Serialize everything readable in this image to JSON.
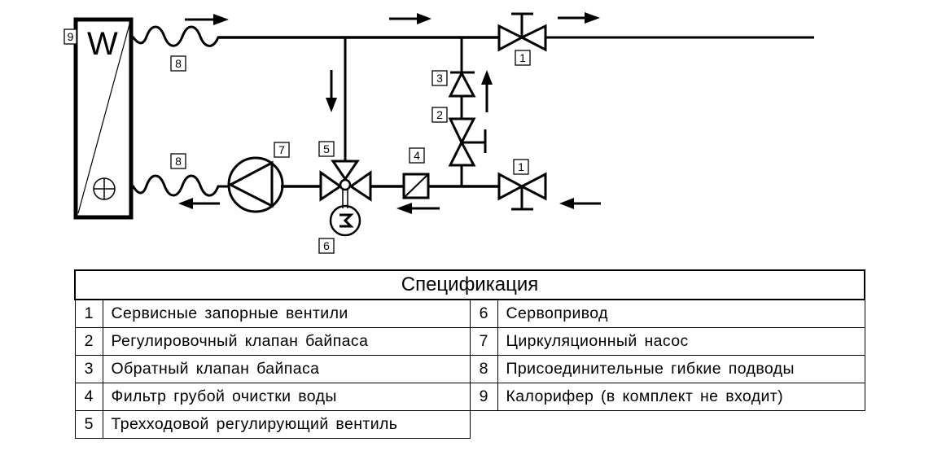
{
  "diagram": {
    "heater_symbol": "W",
    "labels": {
      "heater": "9",
      "flex_hose_top": "8",
      "flex_hose_bottom": "8",
      "pump": "7",
      "three_way_valve": "5",
      "servo": "6",
      "filter": "4",
      "check_valve": "3",
      "balancing_valve": "2",
      "shutoff_valve_top": "1",
      "shutoff_valve_bottom": "1"
    },
    "icons": {
      "heater": "heater-coil-icon",
      "pump": "circulation-pump-icon",
      "motor": "servo-motor-icon",
      "filter": "filter-icon",
      "valve": "gate-valve-icon",
      "check_valve": "check-valve-icon",
      "flow_arrow": "flow-arrow-icon"
    }
  },
  "spec": {
    "title": "Спецификация",
    "left": [
      {
        "num": "1",
        "text": "Сервисные запорные вентили"
      },
      {
        "num": "2",
        "text": "Регулировочный клапан байпаса"
      },
      {
        "num": "3",
        "text": "Обратный клапан байпаса"
      },
      {
        "num": "4",
        "text": "Фильтр грубой очистки воды"
      },
      {
        "num": "5",
        "text": "Трехходовой регулирующий вентиль"
      }
    ],
    "right": [
      {
        "num": "6",
        "text": "Сервопривод"
      },
      {
        "num": "7",
        "text": "Циркуляционный насос"
      },
      {
        "num": "8",
        "text": "Присоединительные гибкие подводы"
      },
      {
        "num": "9",
        "text": "Калорифер (в комплект не входит)"
      }
    ]
  }
}
